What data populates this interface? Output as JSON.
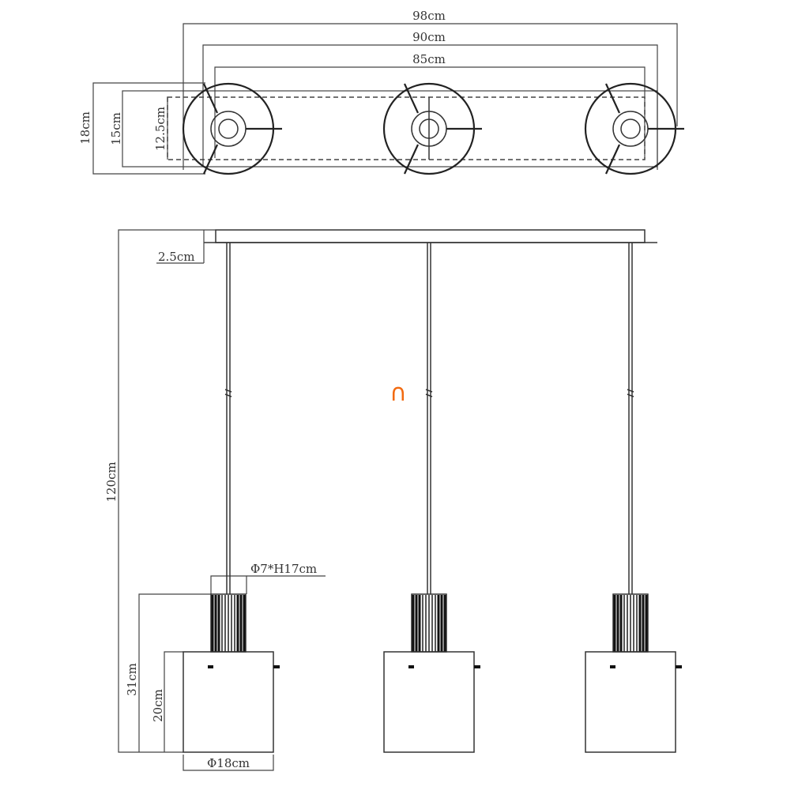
{
  "top_view": {
    "dim_overall": "98cm",
    "dim_outer": "90cm",
    "dim_inner": "85cm",
    "dim_depth_overall": "18cm",
    "dim_depth_outer": "15cm",
    "dim_depth_inner": "12.5cm"
  },
  "side_view": {
    "canopy_height": "2.5cm",
    "total_height": "120cm",
    "holder_size": "Φ7*H17cm",
    "pendant_height": "31cm",
    "shade_height": "20cm",
    "shade_diameter": "Φ18cm"
  },
  "marker": {
    "glyph": "∩",
    "color": "#f26a10"
  }
}
